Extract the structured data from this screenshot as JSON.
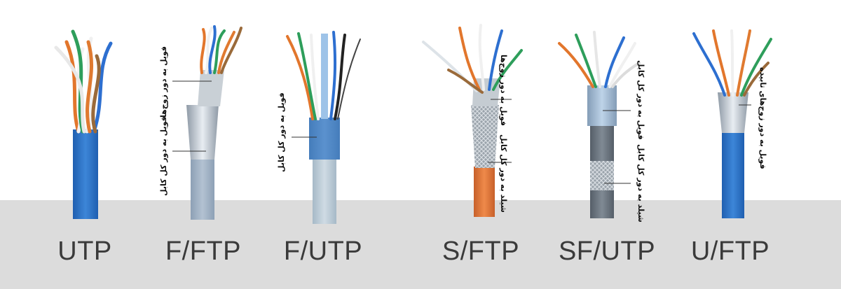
{
  "cables": [
    {
      "name": "UTP",
      "annotations": []
    },
    {
      "name": "F/FTP",
      "annotations": [
        "فویل به دور زوج‌ها",
        "فویل به دور کل کابل"
      ]
    },
    {
      "name": "F/UTP",
      "annotations": [
        "فویل به دور کل کابل"
      ]
    },
    {
      "name": "S/FTP",
      "annotations": [
        "فویل به دور زوج‌ها",
        "شیلد به دور کل کابل"
      ]
    },
    {
      "name": "SF/UTP",
      "annotations": [
        "فویل به دور کل کابل",
        "شیلد به دور کل کابل"
      ]
    },
    {
      "name": "U/FTP",
      "annotations": [
        "فویل به دور زوج‌های تابیده"
      ]
    }
  ],
  "colors": {
    "utp_jacket": "#2f74c7",
    "fftp_jacket": "#9fb0c4",
    "futp_jacket": "#b9cad6",
    "sftp_jacket": "#e07a3a",
    "sfutp_jacket": "#6d7680",
    "uftp_jacket": "#2f74c7",
    "floor": "#dcdcdc"
  }
}
